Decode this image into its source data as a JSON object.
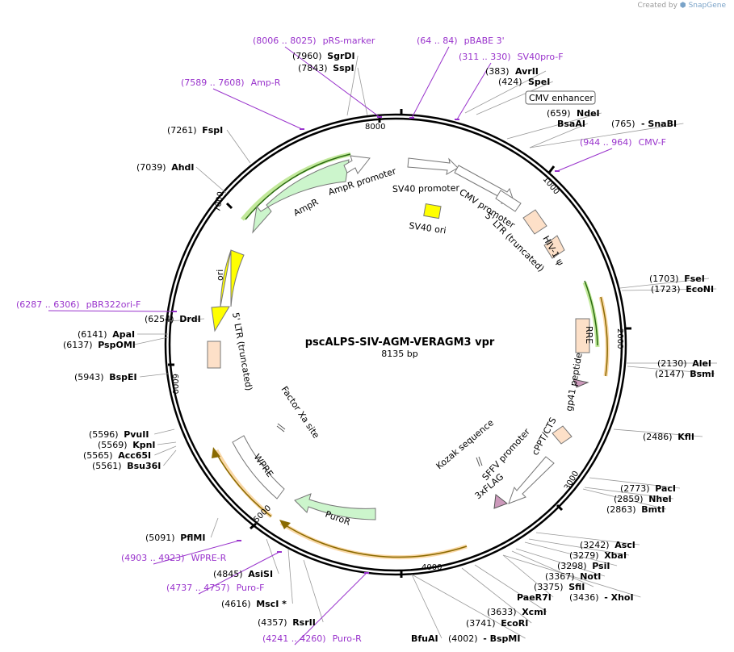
{
  "credit": {
    "created_by": "Created by",
    "app": "SnapGene"
  },
  "plasmid": {
    "name": "pscALPS-SIV-AGM-VERAGM3 vpr",
    "size": "8135 bp"
  },
  "tick_labels": [
    "1000",
    "2000",
    "3000",
    "4000",
    "5000",
    "6000",
    "7000",
    "8000"
  ],
  "sites": [
    {
      "name": "SgrDI",
      "pos": "(7960)"
    },
    {
      "name": "SspI",
      "pos": "(7843)"
    },
    {
      "name": "FspI",
      "pos": "(7261)"
    },
    {
      "name": "AhdI",
      "pos": "(7039)"
    },
    {
      "name": "DrdI",
      "pos": "(6254)"
    },
    {
      "name": "ApaI",
      "pos": "(6141)"
    },
    {
      "name": "PspOMI",
      "pos": "(6137)"
    },
    {
      "name": "BspEI",
      "pos": "(5943)"
    },
    {
      "name": "PvuII",
      "pos": "(5596)"
    },
    {
      "name": "KpnI",
      "pos": "(5569)"
    },
    {
      "name": "Acc65I",
      "pos": "(5565)"
    },
    {
      "name": "Bsu36I",
      "pos": "(5561)"
    },
    {
      "name": "PflMI",
      "pos": "(5091)"
    },
    {
      "name": "AsiSI",
      "pos": "(4845)"
    },
    {
      "name": "MscI *",
      "pos": "(4616)"
    },
    {
      "name": "RsrII",
      "pos": "(4357)"
    },
    {
      "name": "AvrII",
      "pos": "(383)"
    },
    {
      "name": "SpeI",
      "pos": "(424)"
    },
    {
      "name": "NdeI",
      "pos": "(659)"
    },
    {
      "name": "BsaAI",
      "pos": ""
    },
    {
      "name": "- SnaBI",
      "pos": "(765)"
    },
    {
      "name": "FseI",
      "pos": "(1703)"
    },
    {
      "name": "EcoNI",
      "pos": "(1723)"
    },
    {
      "name": "AleI",
      "pos": "(2130)"
    },
    {
      "name": "BsmI",
      "pos": "(2147)"
    },
    {
      "name": "KflI",
      "pos": "(2486)"
    },
    {
      "name": "PacI",
      "pos": "(2773)"
    },
    {
      "name": "NheI",
      "pos": "(2859)"
    },
    {
      "name": "BmtI",
      "pos": "(2863)"
    },
    {
      "name": "AscI",
      "pos": "(3242)"
    },
    {
      "name": "XbaI",
      "pos": "(3279)"
    },
    {
      "name": "PsiI",
      "pos": "(3298)"
    },
    {
      "name": "NotI",
      "pos": "(3367)"
    },
    {
      "name": "SfiI",
      "pos": "(3375)"
    },
    {
      "name": "PaeR7I",
      "pos": ""
    },
    {
      "name": "- XhoI",
      "pos": "(3436)"
    },
    {
      "name": "XcmI",
      "pos": "(3633)"
    },
    {
      "name": "EcoRI",
      "pos": "(3741)"
    },
    {
      "name": "BfuAI",
      "pos": ""
    },
    {
      "name": "- BspMI",
      "pos": "(4002)"
    }
  ],
  "primers": [
    {
      "range": "(8006 .. 8025)",
      "name": "pRS-marker"
    },
    {
      "range": "(64 .. 84)",
      "name": "pBABE 3'"
    },
    {
      "range": "(311 .. 330)",
      "name": "SV40pro-F"
    },
    {
      "range": "(7589 .. 7608)",
      "name": "Amp-R"
    },
    {
      "range": "(944 .. 964)",
      "name": "CMV-F"
    },
    {
      "range": "(6287 .. 6306)",
      "name": "pBR322ori-F"
    },
    {
      "range": "(4903 .. 4923)",
      "name": "WPRE-R"
    },
    {
      "range": "(4737 .. 4757)",
      "name": "Puro-F"
    },
    {
      "range": "(4241 .. 4260)",
      "name": "Puro-R"
    }
  ],
  "features": {
    "cmv_enhancer": "CMV enhancer",
    "sv40_promoter": "SV40 promoter",
    "cmv_promoter": "CMV promoter",
    "ltr5_a": "5' LTR (truncated)",
    "hiv_psi": "HIV-1 ψ",
    "sv40_ori": "SV40 ori",
    "ampr": "AmpR",
    "ampr_promoter": "AmpR promoter",
    "ori": "ori",
    "ltr5_b": "5' LTR (truncated)",
    "factor_xa": "Factor Xa site",
    "rre": "RRE",
    "gp41": "gp41 peptide",
    "cppt": "cPPT/CTS",
    "kozak": "Kozak sequence",
    "sffv": "SFFV promoter",
    "flag": "3xFLAG",
    "wpre": "WPRE",
    "puror": "PuroR"
  },
  "colors": {
    "primer": "#9933cc",
    "ampr_fill": "#ccf5cc",
    "ori_fill": "#ffff00",
    "sv40ori_fill": "#ffff00",
    "ltr_fill": "#fde0c8",
    "flag_fill": "#cc99bb",
    "orf_line": "#8a6a00",
    "orf_glow": "#f8c880",
    "amp_orf_glow": "#a8e070"
  }
}
